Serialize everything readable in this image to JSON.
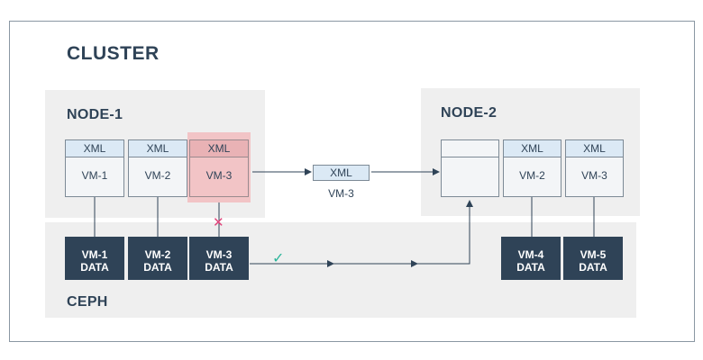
{
  "cluster": {
    "title": "CLUSTER"
  },
  "node1": {
    "title": "NODE-1",
    "vms": [
      {
        "xml": "XML",
        "label": "VM-1"
      },
      {
        "xml": "XML",
        "label": "VM-2"
      },
      {
        "xml": "XML",
        "label": "VM-3"
      }
    ]
  },
  "node2": {
    "title": "NODE-2",
    "vms": [
      {
        "xml": "",
        "label": ""
      },
      {
        "xml": "XML",
        "label": "VM-2"
      },
      {
        "xml": "XML",
        "label": "VM-3"
      }
    ]
  },
  "transfer": {
    "xml": "XML",
    "label": "VM-3"
  },
  "ceph": {
    "title": "CEPH",
    "data": [
      {
        "line1": "VM-1",
        "line2": "DATA"
      },
      {
        "line1": "VM-2",
        "line2": "DATA"
      },
      {
        "line1": "VM-3",
        "line2": "DATA"
      },
      {
        "line1": "VM-4",
        "line2": "DATA"
      },
      {
        "line1": "VM-5",
        "line2": "DATA"
      }
    ]
  },
  "status": {
    "fail_mark": "✕",
    "ok_mark": "✓"
  },
  "colors": {
    "dark": "#2f4357",
    "highlight": "#f2c4c6",
    "xml_header": "#dbe9f5",
    "fail": "#e0457b",
    "ok": "#2bb59a"
  }
}
